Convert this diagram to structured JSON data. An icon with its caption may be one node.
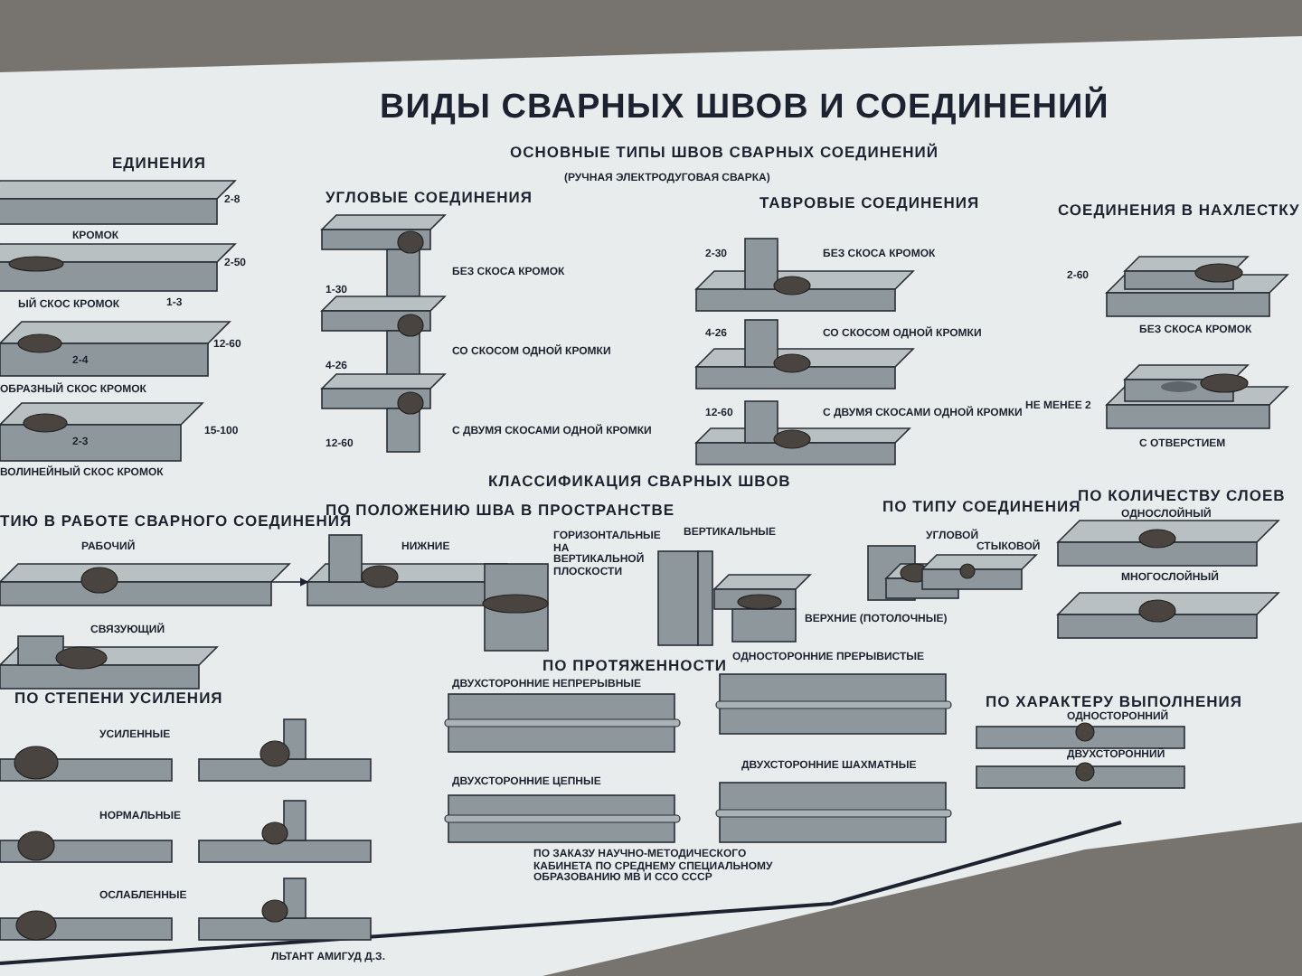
{
  "diagram": {
    "title": "ВИДЫ СВАРНЫХ ШВОВ И СОЕДИНЕНИЙ",
    "labels": [
      "ОСНОВНЫЕ ТИПЫ ШВОВ СВАРНЫХ СОЕДИНЕНИЙ",
      "(РУЧНАЯ ЭЛЕКТРОДУГОВАЯ СВАРКА)",
      "ЕДИНЕНИЯ",
      "2-8",
      "КРОМОК",
      "2-50",
      "1-3",
      "ЫЙ СКОС КРОМОК",
      "2-4",
      "12-60",
      "ОБРАЗНЫЙ СКОС КРОМОК",
      "2-3",
      "15-100",
      "ВОЛИНЕЙНЫЙ СКОС КРОМОК",
      "УГЛОВЫЕ СОЕДИНЕНИЯ",
      "1-30",
      "БЕЗ СКОСА КРОМОК",
      "4-26",
      "СО СКОСОМ ОДНОЙ КРОМКИ",
      "12-60",
      "С ДВУМЯ СКОСАМИ ОДНОЙ КРОМКИ",
      "ТАВРОВЫЕ СОЕДИНЕНИЯ",
      "2-30",
      "БЕЗ СКОСА КРОМОК",
      "4-26",
      "СО СКОСОМ ОДНОЙ КРОМКИ",
      "12-60",
      "С ДВУМЯ СКОСАМИ ОДНОЙ КРОМКИ",
      "СОЕДИНЕНИЯ В НАХЛЕСТКУ",
      "2-60",
      "БЕЗ СКОСА КРОМОК",
      "НЕ МЕНЕЕ 2",
      "С ОТВЕРСТИЕМ",
      "КЛАССИФИКАЦИЯ СВАРНЫХ ШВОВ",
      "ТИЮ В РАБОТЕ СВАРНОГО СОЕДИНЕНИЯ",
      "РАБОЧИЙ",
      "СВЯЗУЮЩИЙ",
      "ПО ПОЛОЖЕНИЮ ШВА В ПРОСТРАНСТВЕ",
      "НИЖНИЕ",
      "ГОРИЗОНТАЛЬНЫЕ НА ВЕРТИКАЛЬНОЙ ПЛОСКОСТИ",
      "ВЕРТИКАЛЬНЫЕ",
      "ВЕРХНИЕ (ПОТОЛОЧНЫЕ)",
      "ПО ТИПУ СОЕДИНЕНИЯ",
      "УГЛОВОЙ",
      "СТЫКОВОЙ",
      "ПО КОЛИЧЕСТВУ СЛОЕВ",
      "ОДНОСЛОЙНЫЙ",
      "МНОГОСЛОЙНЫЙ",
      "ПО СТЕПЕНИ УСИЛЕНИЯ",
      "УСИЛЕННЫЕ",
      "НОРМАЛЬНЫЕ",
      "ОСЛАБЛЕННЫЕ",
      "ПО ПРОТЯЖЕННОСТИ",
      "ДВУХСТОРОННИЕ НЕПРЕРЫВНЫЕ",
      "ОДНОСТОРОННИЕ ПРЕРЫВИСТЫЕ",
      "ДВУХСТОРОННИЕ ЦЕПНЫЕ",
      "ДВУХСТОРОННИЕ ШАХМАТНЫЕ",
      "ПО ХАРАКТЕРУ ВЫПОЛНЕНИЯ",
      "ОДНОСТОРОННИЙ",
      "ДВУХСТОРОННИЙ",
      "ПО ЗАКАЗУ НАУЧНО-МЕТОДИЧЕСКОГО КАБИНЕТА ПО СРЕДНЕМУ СПЕЦИАЛЬНОМУ ОБРАЗОВАНИЮ МВ И ССО СССР",
      "ЛЬТАНТ АМИГУД Д.З."
    ]
  }
}
